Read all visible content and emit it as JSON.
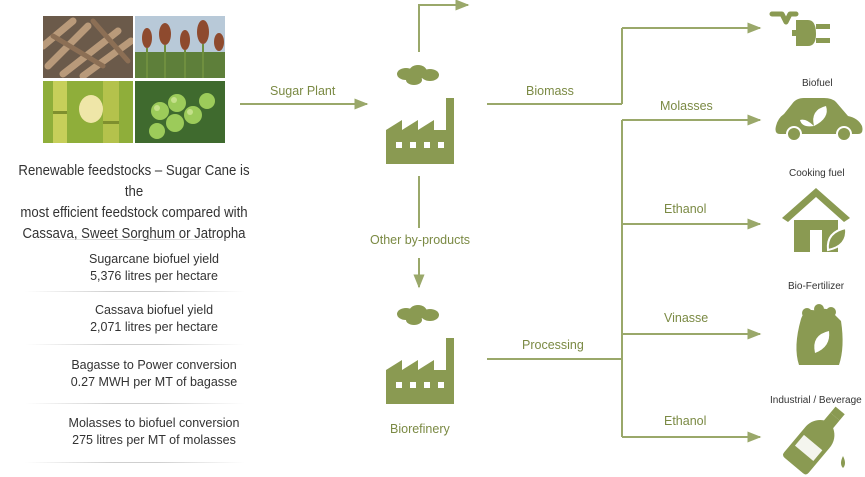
{
  "colors": {
    "accent": "#9aa86a",
    "text_green": "#7b8a44",
    "text_dark": "#333333"
  },
  "photos": [
    "cassava-roots-photo",
    "sweet-sorghum-photo",
    "sugarcane-stalk-photo",
    "jatropha-fruit-photo"
  ],
  "intro_text": {
    "line1": "Renewable feedstocks – Sugar Cane is the",
    "line2": "most efficient feedstock compared with",
    "line3": "Cassava, Sweet Sorghum or Jatropha"
  },
  "stats": [
    {
      "title": "Sugarcane biofuel yield",
      "value": "5,376 litres per hectare"
    },
    {
      "title": "Cassava biofuel yield",
      "value": "2,071 litres per hectare"
    },
    {
      "title": "Bagasse to Power conversion",
      "value": "0.27 MWH per MT of bagasse"
    },
    {
      "title": "Molasses to biofuel conversion",
      "value": "275 litres per MT of molasses"
    }
  ],
  "flow": {
    "sugar_plant": "Sugar Plant",
    "biomass": "Biomass",
    "other_byproducts": "Other by-products",
    "processing": "Processing",
    "biorefinery": "Biorefinery",
    "molasses": "Molasses",
    "ethanol_1": "Ethanol",
    "vinasse": "Vinasse",
    "ethanol_2": "Ethanol"
  },
  "outputs": {
    "biofuel": "Biofuel",
    "cooking_fuel": "Cooking fuel",
    "bio_fertilizer": "Bio-Fertilizer",
    "industrial_beverage": "Industrial / Beverage"
  },
  "icons": [
    "factory-icon",
    "power-plug-icon",
    "car-leaf-icon",
    "house-leaf-icon",
    "fertilizer-bag-icon",
    "bottle-icon"
  ]
}
